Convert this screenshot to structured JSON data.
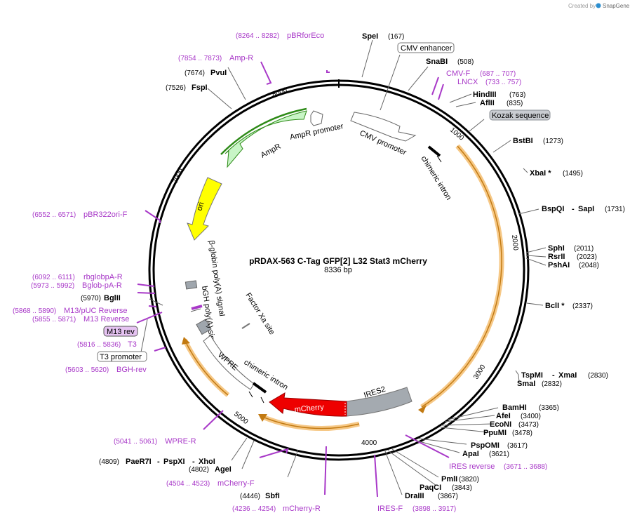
{
  "credit": {
    "prefix": "Created by",
    "brand": "SnapGene"
  },
  "plasmid": {
    "name": "pRDAX-563    C-Tag GFP[2] L32 Stat3 mCherry",
    "length": "8336 bp"
  },
  "ticks": [
    "1000",
    "2000",
    "3000",
    "4000",
    "5000",
    "7000",
    "8000"
  ],
  "enzymes": [
    {
      "name": "SpeI",
      "pos": "(167)"
    },
    {
      "name": "SnaBI",
      "pos": "(508)"
    },
    {
      "name": "HindIII",
      "pos": "(763)"
    },
    {
      "name": "AflII",
      "pos": "(835)"
    },
    {
      "name": "BstBI",
      "pos": "(1273)"
    },
    {
      "name": "XbaI *",
      "pos": "(1495)"
    },
    {
      "name": "BspQI",
      "name2": "SapI",
      "pos": "(1731)"
    },
    {
      "name": "SphI",
      "pos": "(2011)"
    },
    {
      "name": "RsrII",
      "pos": "(2023)"
    },
    {
      "name": "PshAI",
      "pos": "(2048)"
    },
    {
      "name": "BclI *",
      "pos": "(2337)"
    },
    {
      "name": "TspMI",
      "name2": "XmaI",
      "pos": "(2830)"
    },
    {
      "name": "SmaI",
      "pos": "(2832)"
    },
    {
      "name": "BamHI",
      "pos": "(3365)"
    },
    {
      "name": "AfeI",
      "pos": "(3400)"
    },
    {
      "name": "EcoNI",
      "pos": "(3473)"
    },
    {
      "name": "PpuMI",
      "pos": "(3478)"
    },
    {
      "name": "PspOMI",
      "pos": "(3617)"
    },
    {
      "name": "ApaI",
      "pos": "(3621)"
    },
    {
      "name": "PmlI",
      "pos": "(3820)"
    },
    {
      "name": "PaqCI",
      "pos": "(3843)"
    },
    {
      "name": "DraIII",
      "pos": "(3867)"
    },
    {
      "name": "SbfI",
      "pos": "(4446)"
    },
    {
      "name": "AgeI",
      "pos": "(4802)"
    },
    {
      "name": "PaeR7I",
      "name2": "PspXI",
      "name3": "XhoI",
      "pos": "(4809)"
    },
    {
      "name": "BglII",
      "pos": "(5970)"
    },
    {
      "name": "FspI",
      "pos": "(7526)"
    },
    {
      "name": "PvuI",
      "pos": "(7674)"
    }
  ],
  "primers": [
    {
      "name": "pBRforEco",
      "range": "(8264 .. 8282)"
    },
    {
      "name": "Amp-R",
      "range": "(7854 .. 7873)"
    },
    {
      "name": "CMV-F",
      "range": "(687 .. 707)"
    },
    {
      "name": "LNCX",
      "range": "(733 .. 757)"
    },
    {
      "name": "pBR322ori-F",
      "range": "(6552 .. 6571)"
    },
    {
      "name": "rbglobpA-R",
      "range": "(6092 .. 6111)"
    },
    {
      "name": "Bglob-pA-R",
      "range": "(5973 .. 5992)"
    },
    {
      "name": "M13/pUC Reverse",
      "range": "(5868 .. 5890)"
    },
    {
      "name": "M13 Reverse",
      "range": "(5855 .. 5871)"
    },
    {
      "name": "T3",
      "range": "(5816 .. 5836)"
    },
    {
      "name": "BGH-rev",
      "range": "(5603 .. 5620)"
    },
    {
      "name": "WPRE-R",
      "range": "(5041 .. 5061)"
    },
    {
      "name": "mCherry-F",
      "range": "(4504 .. 4523)"
    },
    {
      "name": "mCherry-R",
      "range": "(4236 .. 4254)"
    },
    {
      "name": "IRES-F",
      "range": "(3898 .. 3917)"
    },
    {
      "name": "IRES reverse",
      "range": "(3671 .. 3688)"
    }
  ],
  "boxed_labels": {
    "cmv_enhancer": "CMV enhancer",
    "kozak": "Kozak sequence",
    "m13rev": "M13 rev",
    "t3_promoter": "T3 promoter"
  },
  "features": {
    "cmv_promoter": "CMV promoter",
    "chimeric_intron_top": "chimeric intron",
    "ampr": "AmpR",
    "ampr_promoter": "AmpR promoter",
    "ori": "ori",
    "bglobin_polya": "β-globin poly(A) signal",
    "bgh_polya": "bGH poly(A) signal",
    "factor_xa": "Factor Xa site",
    "wpre": "WPRE",
    "chimeric_intron_bottom": "chimeric intron",
    "ires2": "IRES2",
    "mcherry": "mCherry"
  },
  "colors": {
    "primer": "#a838c8",
    "ampr_fill": "#c8f5c6",
    "ampr_edge": "#2d8a17",
    "ori": "#ffff00",
    "mcherry": "#ee0000",
    "ires2": "#a4aab0",
    "orf_highlight": "#f6c886",
    "orf_line": "#c27a12",
    "kozak_box": "#c9ccd1",
    "m13_box": "#e6c3f2"
  }
}
